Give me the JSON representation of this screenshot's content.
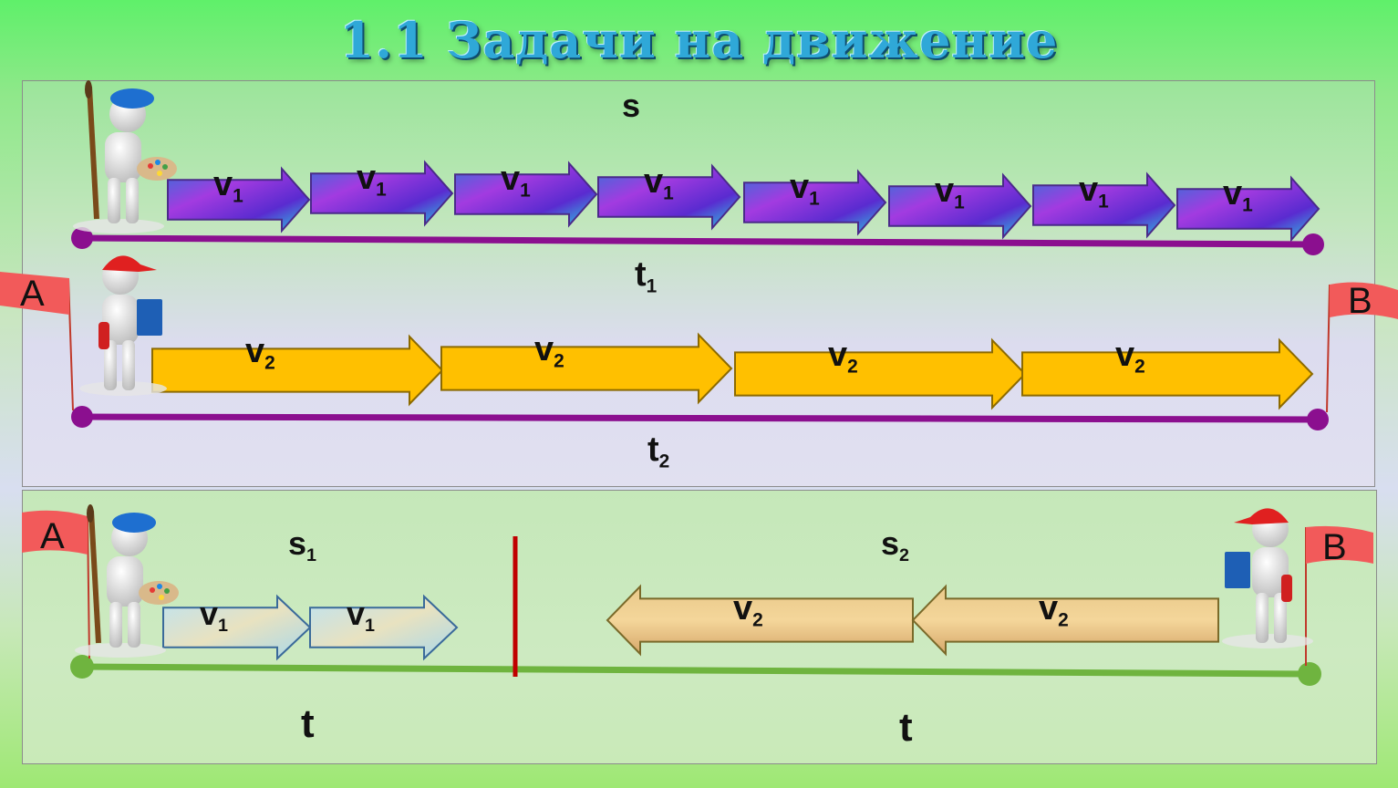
{
  "title": "1.1 Задачи на движение",
  "colors": {
    "purple_track": "#8b0f8f",
    "green_track": "#6fb43f",
    "yellow_arrow": "#ffc000",
    "divider_red": "#c00000",
    "flag_red": "#f25a5a"
  },
  "top": {
    "distance": "s",
    "v1_base": "v",
    "v1_sub": "1",
    "t1_base": "t",
    "t1_sub": "1",
    "v2_base": "v",
    "v2_sub": "2",
    "t2_base": "t",
    "t2_sub": "2",
    "flag_a": "A",
    "flag_b": "B"
  },
  "bottom": {
    "s1_base": "s",
    "s1_sub": "1",
    "s2_base": "s",
    "s2_sub": "2",
    "v1_base": "v",
    "v1_sub": "1",
    "v2_base": "v",
    "v2_sub": "2",
    "t_left": "t",
    "t_right": "t",
    "flag_a": "A",
    "flag_b": "B"
  },
  "icons": [
    "painter-figure-icon",
    "reader-figure-icon",
    "flag-icon"
  ]
}
